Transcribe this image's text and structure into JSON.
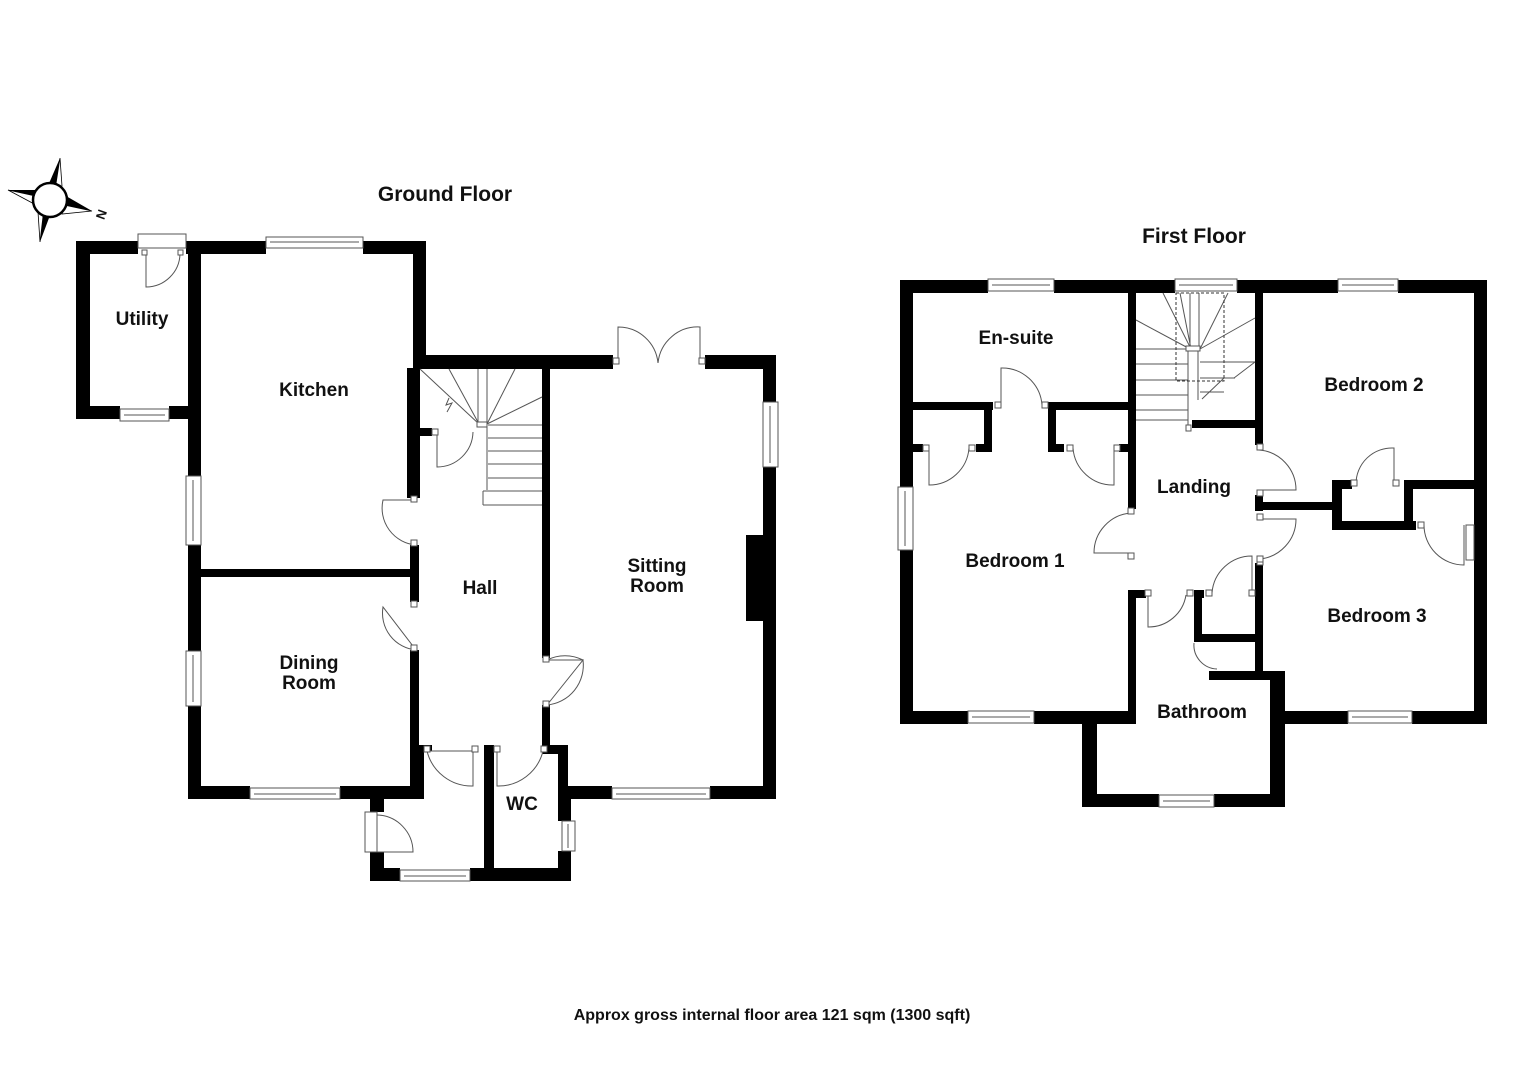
{
  "titles": {
    "ground_floor": "Ground Floor",
    "first_floor": "First Floor"
  },
  "compass": {
    "icon": "compass-rose-icon",
    "north_label": "N"
  },
  "ground_floor": {
    "rooms": [
      {
        "id": "utility",
        "label": "Utility"
      },
      {
        "id": "kitchen",
        "label": "Kitchen"
      },
      {
        "id": "hall",
        "label": "Hall"
      },
      {
        "id": "sitting-room",
        "label_line1": "Sitting",
        "label_line2": "Room"
      },
      {
        "id": "dining-room",
        "label_line1": "Dining",
        "label_line2": "Room"
      },
      {
        "id": "wc",
        "label": "WC"
      }
    ]
  },
  "first_floor": {
    "rooms": [
      {
        "id": "en-suite",
        "label": "En-suite"
      },
      {
        "id": "bedroom-2",
        "label": "Bedroom 2"
      },
      {
        "id": "landing",
        "label": "Landing"
      },
      {
        "id": "bedroom-1",
        "label": "Bedroom 1"
      },
      {
        "id": "bedroom-3",
        "label": "Bedroom 3"
      },
      {
        "id": "bathroom",
        "label": "Bathroom"
      }
    ]
  },
  "footer": {
    "area_text": "Approx gross internal floor area 121 sqm (1300 sqft)"
  },
  "colors": {
    "wall": "#000000",
    "fixture_line": "#555555",
    "background": "#ffffff"
  }
}
